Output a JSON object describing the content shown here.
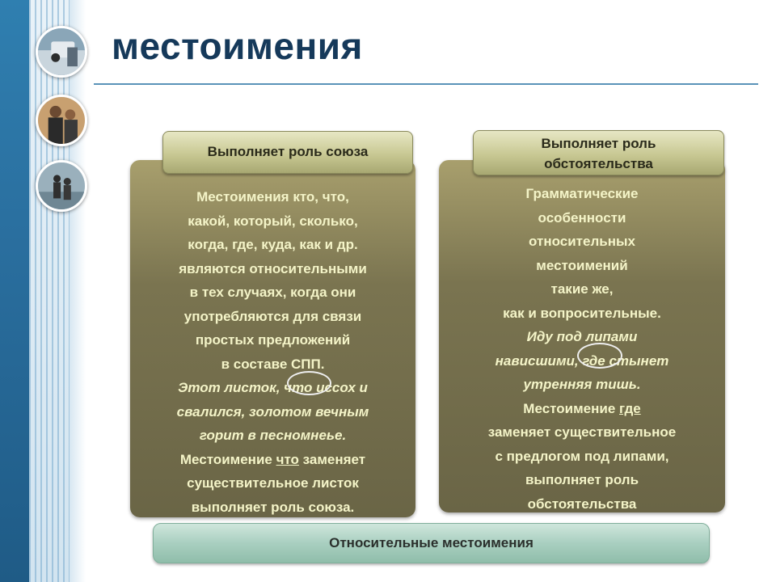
{
  "title": "местоимения",
  "photos": [
    "people-icon",
    "people-icon",
    "people-icon"
  ],
  "left_panel": {
    "tab": "Выполняет роль союза",
    "lines": [
      "Местоимения кто, что,",
      "какой, который, сколько,",
      "когда, где, куда, как и др.",
      "являются относительными",
      "в тех случаях, когда они",
      "употребляются для связи",
      "простых предложений",
      "в составе СПП."
    ],
    "example_lines": [
      "Этот листок, что иссох и",
      "свалился, золотом вечным",
      "горит в песномнеье."
    ],
    "note": {
      "before": "Местоимение ",
      "word": "что",
      "after": " заменяет",
      "line2": "существительное листок",
      "line3": "выполняет роль союза."
    }
  },
  "right_panel": {
    "tab_line1": "Выполняет роль",
    "tab_line2": "обстоятельства",
    "lines": [
      "Грамматические",
      "особенности",
      "относительных",
      "местоимений",
      "такие же,",
      "как и вопросительные."
    ],
    "example_lines": [
      "Иду под липами",
      "нависшими, где стынет",
      "утренняя тишь."
    ],
    "note": {
      "before": "Местоимение ",
      "word": "где",
      "line2": "заменяет существительное",
      "line3": "с предлогом под липами,",
      "line4": "выполняет роль",
      "line5": "обстоятельства"
    }
  },
  "bottom": "Относительные местоимения"
}
